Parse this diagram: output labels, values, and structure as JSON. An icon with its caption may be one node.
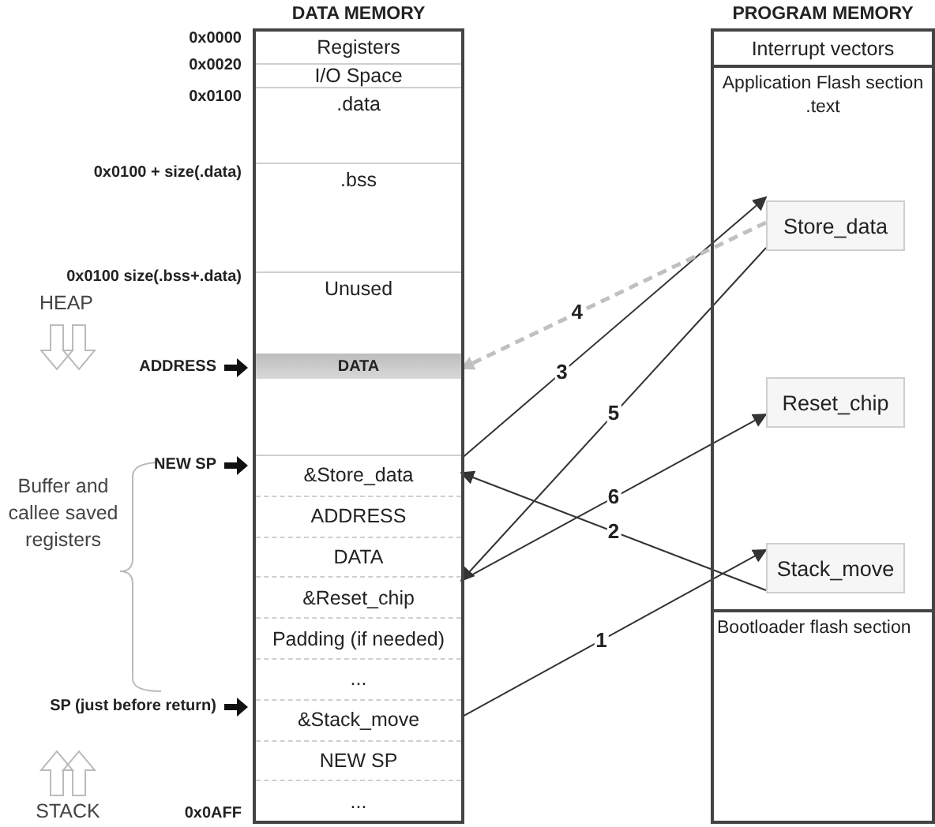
{
  "diagram": {
    "nodes": [
      {
        "text": [
          "DATA MEMORY"
        ]
      },
      {
        "text": [
          "Registers"
        ],
        "in": 0
      },
      {
        "text": [
          "I/O Space"
        ],
        "in": 0
      },
      {
        "text": [
          ".data"
        ],
        "in": 0
      },
      {
        "text": [
          ".bss"
        ],
        "in": 0
      },
      {
        "text": [
          "Unused"
        ],
        "in": 0
      },
      {
        "text": [
          "DATA"
        ],
        "in": 0
      },
      {
        "text": [
          "&Store_data"
        ],
        "in": 0
      },
      {
        "text": [
          "ADDRESS"
        ],
        "in": 0
      },
      {
        "text": [
          "DATA"
        ],
        "in": 0
      },
      {
        "text": [
          "&Reset_chip"
        ],
        "in": 0
      },
      {
        "text": [
          "Padding (if needed)"
        ],
        "in": 0
      },
      {
        "text": [
          "..."
        ],
        "in": 0
      },
      {
        "text": [
          "&Stack_move"
        ],
        "in": 0
      },
      {
        "text": [
          "NEW SP"
        ],
        "in": 0
      },
      {
        "text": [
          "..."
        ],
        "in": 0
      },
      {
        "text": [
          "PROGRAM MEMORY"
        ]
      },
      {
        "text": [
          "Interrupt vectors"
        ],
        "in": 16
      },
      {
        "text": [
          "Application Flash section",
          ".text"
        ],
        "in": 16
      },
      {
        "text": [
          "Store_data"
        ],
        "in": 18
      },
      {
        "text": [
          "Reset_chip"
        ],
        "in": 18
      },
      {
        "text": [
          "Stack_move"
        ],
        "in": 18
      },
      {
        "text": [
          "Bootloader flash section"
        ],
        "in": 16
      }
    ],
    "edges": [
      {
        "from": 13,
        "to": 21,
        "arrow": "to",
        "label": "1"
      },
      {
        "from": 21,
        "to": 7,
        "arrow": "to",
        "label": "2"
      },
      {
        "from": 7,
        "to": 19,
        "arrow": "to",
        "label": "3"
      },
      {
        "from": 19,
        "to": 6,
        "arrow": "to",
        "label": "4",
        "style": "dashed",
        "color": "#c0c0c0"
      },
      {
        "from": 19,
        "to": 10,
        "arrow": "to",
        "label": "5"
      },
      {
        "from": 10,
        "to": 20,
        "arrow": "to",
        "label": "6"
      }
    ],
    "labels": [
      "0x0000",
      "0x0020",
      "0x0100",
      "0x0100 + size(.data)",
      "0x0100 size(.bss+.data)",
      "HEAP",
      "ADDRESS",
      "NEW SP",
      "Buffer and callee saved registers",
      "SP (just before return)",
      "STACK",
      "0x0AFF"
    ]
  }
}
